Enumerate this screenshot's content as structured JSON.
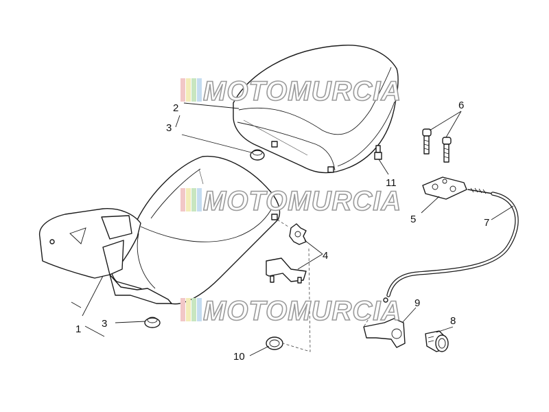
{
  "diagram": {
    "watermark": {
      "text": "MOTOMURCIA",
      "colors": [
        "#f2c7c7",
        "#f3ecb8",
        "#c8e6c0",
        "#c4dcf0"
      ],
      "stroke": "#9a9a9a"
    },
    "callouts": [
      {
        "id": "1",
        "label": "1"
      },
      {
        "id": "2",
        "label": "2"
      },
      {
        "id": "3a",
        "label": "3"
      },
      {
        "id": "3b",
        "label": "3"
      },
      {
        "id": "4",
        "label": "4"
      },
      {
        "id": "5",
        "label": "5"
      },
      {
        "id": "6",
        "label": "6"
      },
      {
        "id": "7",
        "label": "7"
      },
      {
        "id": "8",
        "label": "8"
      },
      {
        "id": "9",
        "label": "9"
      },
      {
        "id": "10",
        "label": "10"
      },
      {
        "id": "11",
        "label": "11"
      }
    ]
  }
}
